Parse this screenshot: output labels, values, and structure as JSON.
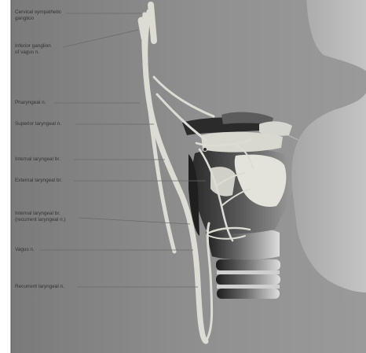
{
  "labels": [
    {
      "line1": "Cervical sympathetic",
      "line2": "ganglion"
    },
    {
      "line1": "Inferior ganglion",
      "line2": "of vagus n."
    },
    {
      "line1": "Pharyngeal n.",
      "line2": ""
    },
    {
      "line1": "Superior laryngeal n.",
      "line2": ""
    },
    {
      "line1": "Internal laryngeal br.",
      "line2": ""
    },
    {
      "line1": "External laryngeal br.",
      "line2": ""
    },
    {
      "line1": "Internal laryngeal br.",
      "line2": "(recurrent laryngeal n.)"
    },
    {
      "line1": "Vagus n.",
      "line2": ""
    },
    {
      "line1": "Recurrent laryngeal n.",
      "line2": ""
    }
  ],
  "colors": {
    "background": "#8c8c8c",
    "neck_skin": "#b3b3b3",
    "nerve": "#dcdcd4",
    "cartilage_dark": "#2f2f2f",
    "cartilage_light": "#d8d8d0",
    "leader_line": "#6a6a6a"
  }
}
